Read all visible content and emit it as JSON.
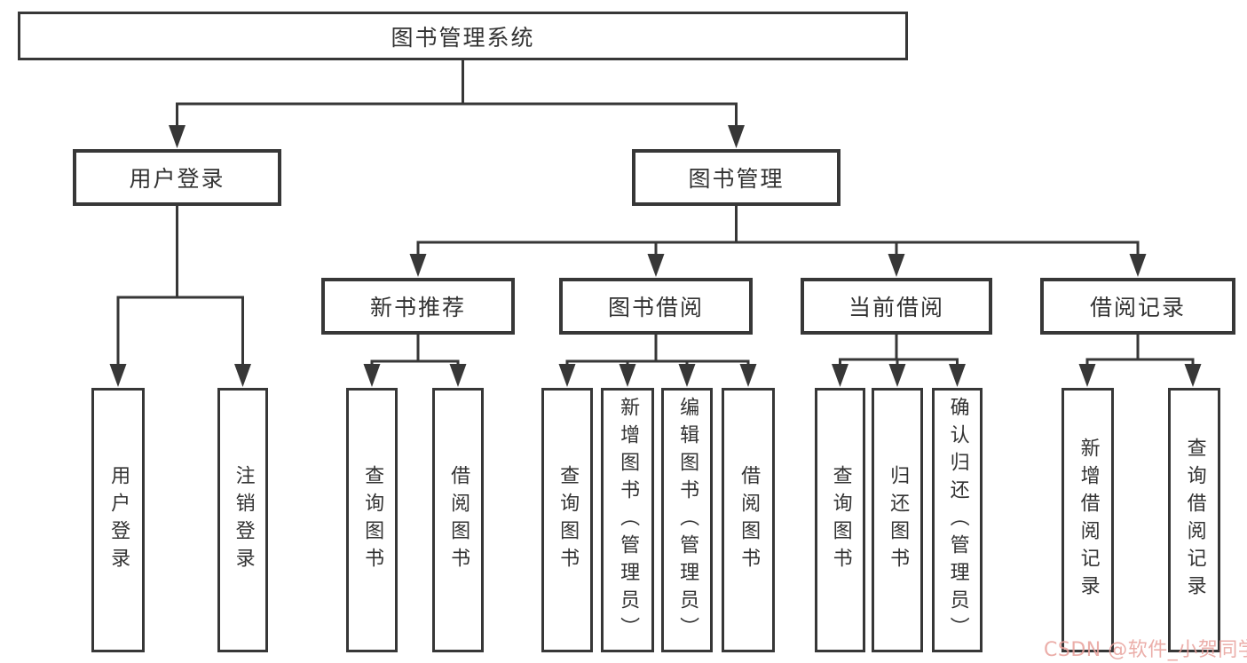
{
  "diagram": {
    "root": "图书管理系统",
    "nodes": {
      "user_login": "用户登录",
      "book_management": "图书管理",
      "new_book_recommend": "新书推荐",
      "book_borrow": "图书借阅",
      "current_borrow": "当前借阅",
      "borrow_records": "借阅记录"
    },
    "leaves": {
      "user_login": [
        "用户登录",
        "注销登录"
      ],
      "new_book_recommend": [
        "查询图书",
        "借阅图书"
      ],
      "book_borrow": [
        "查询图书",
        "新增图书（管理员）",
        "编辑图书（管理员）",
        "借阅图书"
      ],
      "current_borrow": [
        "查询图书",
        "归还图书",
        "确认归还（管理员）"
      ],
      "borrow_records": [
        "新增借阅记录",
        "查询借阅记录"
      ]
    }
  },
  "watermark": {
    "text": "CSDN @软件_小贺同学",
    "color": "#e8a09b"
  },
  "colors": {
    "line": "#373737",
    "box_border": "#373737",
    "background": "#ffffff",
    "text": "#333333"
  }
}
